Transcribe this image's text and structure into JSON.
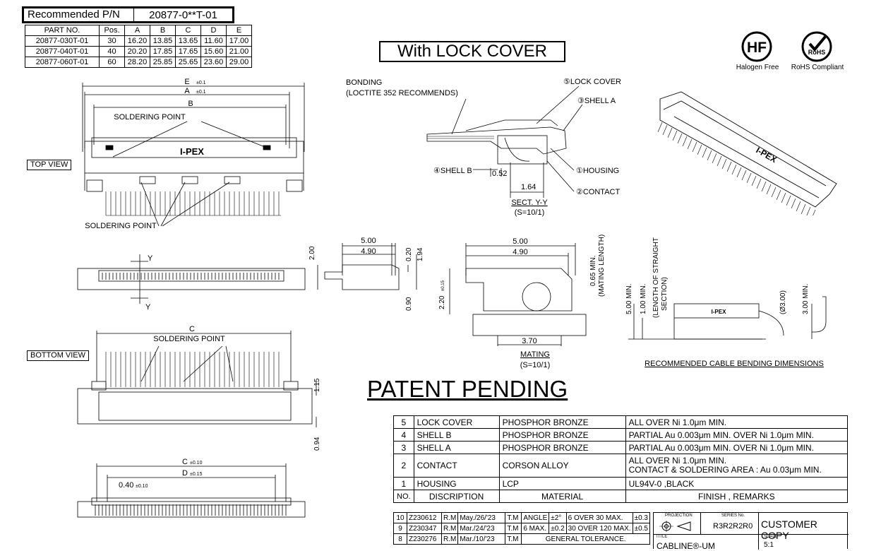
{
  "header": {
    "recommended_label": "Recommended P/N",
    "recommended_value": "20877-0**T-01",
    "columns": [
      "PART NO.",
      "Pos.",
      "A",
      "B",
      "C",
      "D",
      "E"
    ],
    "rows": [
      [
        "20877-030T-01",
        "30",
        "16.20",
        "13.85",
        "13.65",
        "11.60",
        "17.00"
      ],
      [
        "20877-040T-01",
        "40",
        "20.20",
        "17.85",
        "17.65",
        "15.60",
        "21.00"
      ],
      [
        "20877-060T-01",
        "60",
        "28.20",
        "25.85",
        "25.65",
        "23.60",
        "29.00"
      ]
    ]
  },
  "title": "With LOCK COVER",
  "badges": {
    "hf_symbol": "HF",
    "hf_caption": "Halogen Free",
    "rohs_symbol": "RoHS",
    "rohs_caption": "RoHS Compliant"
  },
  "views": {
    "top_view": "TOP VIEW",
    "bottom_view": "BOTTOM VIEW",
    "soldering_point": "SOLDERING POINT",
    "brand": "I-PEX",
    "dim_e": "E",
    "dim_e_tol": "±0.1",
    "dim_a": "A",
    "dim_a_tol": "±0.1",
    "dim_b": "B",
    "dim_c": "C",
    "dim_c_tol": "±0.10",
    "dim_d": "D",
    "dim_d_tol": "±0.15",
    "dim_pitch": "0.40",
    "dim_pitch_tol": "±0.10",
    "dim_y": "Y",
    "dim_115": "1.15",
    "dim_094": "0.94"
  },
  "section": {
    "bonding": "BONDING",
    "loctite": "(LOCTITE 352 RECOMMENDS)",
    "lock_cover": "⑤LOCK COVER",
    "shell_a": "③SHELL A",
    "shell_b": "④SHELL B",
    "housing": "①HOUSING",
    "contact": "②CONTACT",
    "dim_052": "0.52",
    "dim_164": "1.64",
    "sect_label": "SECT. Y-Y",
    "scale": "(S=10/1)"
  },
  "side": {
    "dim_500": "5.00",
    "dim_490": "4.90",
    "dim_200": "2.00",
    "dim_020": "0.20",
    "dim_194": "1.94",
    "dim_090": "0.90"
  },
  "mating": {
    "dim_500": "5.00",
    "dim_490": "4.90",
    "dim_065": "0.65 MIN.",
    "mating_length": "(MATING LENGTH)",
    "dim_220": "2.20",
    "dim_220_tol": "±0.15",
    "dim_370": "3.70",
    "label": "MATING",
    "scale": "(S=10/1)"
  },
  "bending": {
    "dim_500min": "5.00 MIN.",
    "dim_100min": "1.00 MIN.",
    "straight": "(LENGTH OF STRAIGHT",
    "section": "SECTION)",
    "dia": "(Ø3.00)",
    "dim_300min": "3.00 MIN.",
    "caption": "RECOMMENDED CABLE BENDING DIMENSIONS"
  },
  "patent": "PATENT PENDING",
  "materials": [
    {
      "no": "5",
      "desc": "LOCK COVER",
      "mat": "PHOSPHOR BRONZE",
      "finish": "ALL OVER Ni 1.0μm MIN."
    },
    {
      "no": "4",
      "desc": "SHELL B",
      "mat": "PHOSPHOR BRONZE",
      "finish": "PARTIAL Au 0.003μm MIN. OVER Ni 1.0μm MIN."
    },
    {
      "no": "3",
      "desc": "SHELL A",
      "mat": "PHOSPHOR BRONZE",
      "finish": "PARTIAL Au 0.003μm MIN. OVER Ni 1.0μm MIN."
    },
    {
      "no": "2",
      "desc": "CONTACT",
      "mat": "CORSON ALLOY",
      "finish": "ALL OVER Ni 1.0μm MIN.",
      "finish2": "CONTACT & SOLDERING AREA : Au 0.03μm MIN."
    },
    {
      "no": "1",
      "desc": "HOUSING",
      "mat": "LCP",
      "finish": "UL94V-0 ,BLACK"
    }
  ],
  "materials_header": {
    "no": "NO.",
    "desc": "DISCRIPTION",
    "mat": "MATERIAL",
    "finish": "FINISH , REMARKS"
  },
  "revisions": [
    {
      "no": "10",
      "id": "Z230612",
      "by": "R.M",
      "date": "May./26/'23",
      "chk": "T.M"
    },
    {
      "no": "9",
      "id": "Z230347",
      "by": "R.M",
      "date": "Mar./24/'23",
      "chk": "T.M"
    },
    {
      "no": "8",
      "id": "Z230276",
      "by": "R.M",
      "date": "Mar./10/'23",
      "chk": "T.M"
    }
  ],
  "tolerance": {
    "angle": "ANGLE",
    "angle_val": "±2°",
    "r1": "6 OVER 30 MAX.",
    "r1_val": "±0.3",
    "max6": "6 MAX.",
    "max6_val": "±0.2",
    "r2": "30 OVER 120 MAX.",
    "r2_val": "±0.5",
    "general": "GENERAL TOLERANCE."
  },
  "title_block": {
    "projection": "PROJECTION",
    "series_label": "SERIES No.",
    "series_val": "R3R2R2R0",
    "customer": "CUSTOMER COPY",
    "title_label": "TITLE",
    "title_val": "CABLINE®-UM",
    "scale_label": "SCALE",
    "scale_val": "5:1"
  }
}
